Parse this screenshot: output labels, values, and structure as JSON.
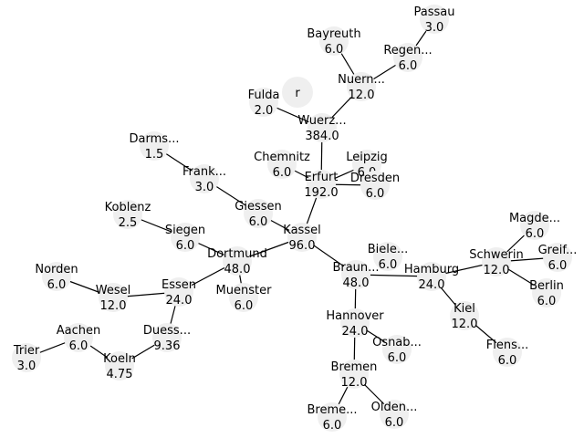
{
  "diagram": {
    "root_label": "r",
    "colors": {
      "node_fill": "#efefef",
      "edge": "#000000",
      "text": "#000000"
    },
    "nodes": [
      {
        "id": "passau",
        "name": "Passau",
        "value": "3.0"
      },
      {
        "id": "bayreuth",
        "name": "Bayreuth",
        "value": "6.0"
      },
      {
        "id": "regen",
        "name": "Regen...",
        "value": "6.0"
      },
      {
        "id": "nuern",
        "name": "Nuern...",
        "value": "12.0"
      },
      {
        "id": "fulda",
        "name": "Fulda",
        "value": "2.0"
      },
      {
        "id": "wuerz",
        "name": "Wuerz...",
        "value": "384.0"
      },
      {
        "id": "darms",
        "name": "Darms...",
        "value": "1.5"
      },
      {
        "id": "chemnitz",
        "name": "Chemnitz",
        "value": "6.0"
      },
      {
        "id": "leipzig",
        "name": "Leipzig",
        "value": "6.0"
      },
      {
        "id": "erfurt",
        "name": "Erfurt",
        "value": "192.0"
      },
      {
        "id": "dresden",
        "name": "Dresden",
        "value": "6.0"
      },
      {
        "id": "frank",
        "name": "Frank...",
        "value": "3.0"
      },
      {
        "id": "koblenz",
        "name": "Koblenz",
        "value": "2.5"
      },
      {
        "id": "giessen",
        "name": "Giessen",
        "value": "6.0"
      },
      {
        "id": "kassel",
        "name": "Kassel",
        "value": "96.0"
      },
      {
        "id": "siegen",
        "name": "Siegen",
        "value": "6.0"
      },
      {
        "id": "dortmund",
        "name": "Dortmund",
        "value": "48.0"
      },
      {
        "id": "magde",
        "name": "Magde...",
        "value": "6.0"
      },
      {
        "id": "greif",
        "name": "Greif...",
        "value": "6.0"
      },
      {
        "id": "schwerin",
        "name": "Schwerin",
        "value": "12.0"
      },
      {
        "id": "biele",
        "name": "Biele...",
        "value": "6.0"
      },
      {
        "id": "braun",
        "name": "Braun...",
        "value": "48.0"
      },
      {
        "id": "hamburg",
        "name": "Hamburg",
        "value": "24.0"
      },
      {
        "id": "berlin",
        "name": "Berlin",
        "value": "6.0"
      },
      {
        "id": "norden",
        "name": "Norden",
        "value": "6.0"
      },
      {
        "id": "wesel",
        "name": "Wesel",
        "value": "12.0"
      },
      {
        "id": "essen",
        "name": "Essen",
        "value": "24.0"
      },
      {
        "id": "muenster",
        "name": "Muenster",
        "value": "6.0"
      },
      {
        "id": "kiel",
        "name": "Kiel",
        "value": "12.0"
      },
      {
        "id": "hannover",
        "name": "Hannover",
        "value": "24.0"
      },
      {
        "id": "aachen",
        "name": "Aachen",
        "value": "6.0"
      },
      {
        "id": "duess",
        "name": "Duess...",
        "value": "9.36"
      },
      {
        "id": "osnab",
        "name": "Osnab...",
        "value": "6.0"
      },
      {
        "id": "flens",
        "name": "Flens...",
        "value": "6.0"
      },
      {
        "id": "trier",
        "name": "Trier",
        "value": "3.0"
      },
      {
        "id": "koeln",
        "name": "Koeln",
        "value": "4.75"
      },
      {
        "id": "bremen",
        "name": "Bremen",
        "value": "12.0"
      },
      {
        "id": "breme2",
        "name": "Breme...",
        "value": "6.0"
      },
      {
        "id": "olden",
        "name": "Olden...",
        "value": "6.0"
      }
    ],
    "edges": [
      [
        "passau",
        "regen"
      ],
      [
        "regen",
        "nuern"
      ],
      [
        "bayreuth",
        "nuern"
      ],
      [
        "nuern",
        "wuerz"
      ],
      [
        "fulda",
        "wuerz"
      ],
      [
        "wuerz",
        "erfurt"
      ],
      [
        "chemnitz",
        "erfurt"
      ],
      [
        "leipzig",
        "erfurt"
      ],
      [
        "dresden",
        "erfurt"
      ],
      [
        "erfurt",
        "kassel"
      ],
      [
        "darms",
        "frank"
      ],
      [
        "frank",
        "giessen"
      ],
      [
        "giessen",
        "kassel"
      ],
      [
        "koblenz",
        "siegen"
      ],
      [
        "siegen",
        "dortmund"
      ],
      [
        "dortmund",
        "kassel"
      ],
      [
        "kassel",
        "braun"
      ],
      [
        "braun",
        "hamburg"
      ],
      [
        "braun",
        "hannover"
      ],
      [
        "hamburg",
        "schwerin"
      ],
      [
        "schwerin",
        "magde"
      ],
      [
        "schwerin",
        "greif"
      ],
      [
        "schwerin",
        "berlin"
      ],
      [
        "hamburg",
        "kiel"
      ],
      [
        "kiel",
        "flens"
      ],
      [
        "dortmund",
        "essen"
      ],
      [
        "dortmund",
        "muenster"
      ],
      [
        "essen",
        "wesel"
      ],
      [
        "wesel",
        "norden"
      ],
      [
        "essen",
        "duess"
      ],
      [
        "duess",
        "koeln"
      ],
      [
        "koeln",
        "aachen"
      ],
      [
        "aachen",
        "trier"
      ],
      [
        "hannover",
        "osnab"
      ],
      [
        "hannover",
        "bremen"
      ],
      [
        "bremen",
        "breme2"
      ],
      [
        "bremen",
        "olden"
      ]
    ]
  }
}
